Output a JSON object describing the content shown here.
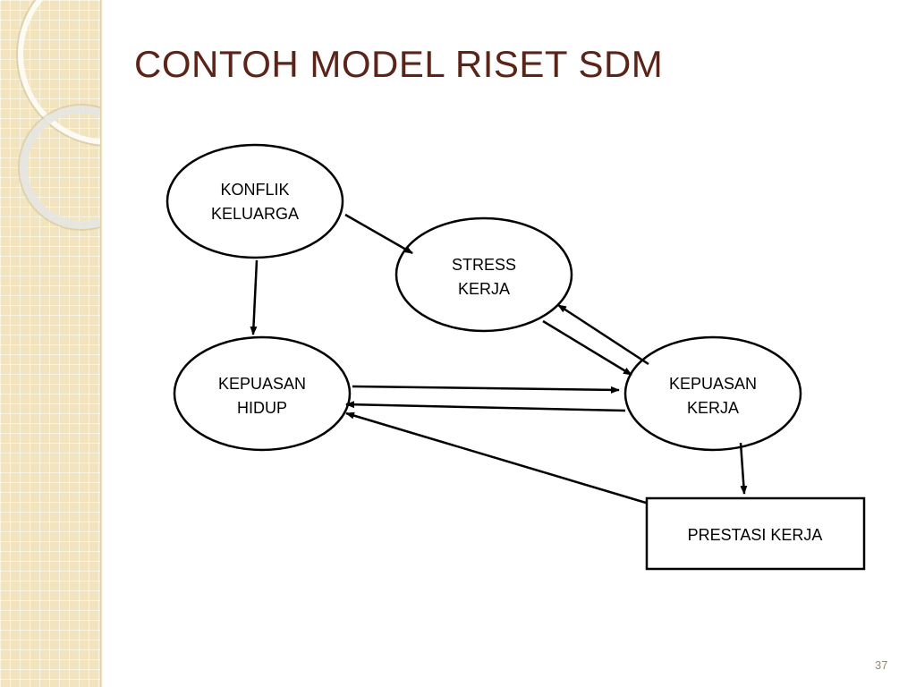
{
  "slide": {
    "title": "CONTOH MODEL RISET SDM",
    "page_number": "37"
  },
  "nodes": {
    "konflik_keluarga": {
      "line1": "KONFLIK",
      "line2": "KELUARGA"
    },
    "stress_kerja": {
      "line1": "STRESS",
      "line2": "KERJA"
    },
    "kepuasan_hidup": {
      "line1": "KEPUASAN",
      "line2": "HIDUP"
    },
    "kepuasan_kerja": {
      "line1": "KEPUASAN",
      "line2": "KERJA"
    },
    "prestasi_kerja": {
      "label": "PRESTASI KERJA"
    }
  },
  "colors": {
    "title": "#5b2418",
    "side_panel": "#f1e4bf",
    "stroke": "#000000"
  }
}
